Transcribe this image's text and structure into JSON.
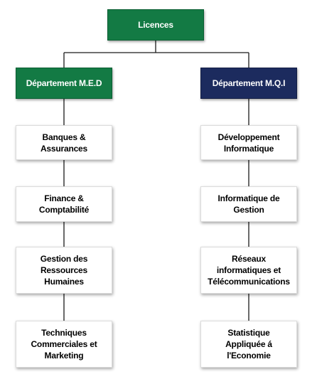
{
  "colors": {
    "green": "#137a44",
    "navy": "#1c2b5e",
    "line": "#1a1a1a"
  },
  "root": {
    "label": "Licences"
  },
  "departments": {
    "med": {
      "label": "Département M.E.D",
      "programs": [
        "Banques &\nAssurances",
        "Finance &\nComptabilité",
        "Gestion des\nRessources\nHumaines",
        "Techniques\nCommerciales et\nMarketing"
      ]
    },
    "mqi": {
      "label": "Département M.Q.I",
      "programs": [
        "Développement\nInformatique",
        "Informatique de\nGestion",
        "Réseaux\ninformatiques et\nTélécommunications",
        "Statistique\nAppliquée á\nl'Economie"
      ]
    }
  }
}
